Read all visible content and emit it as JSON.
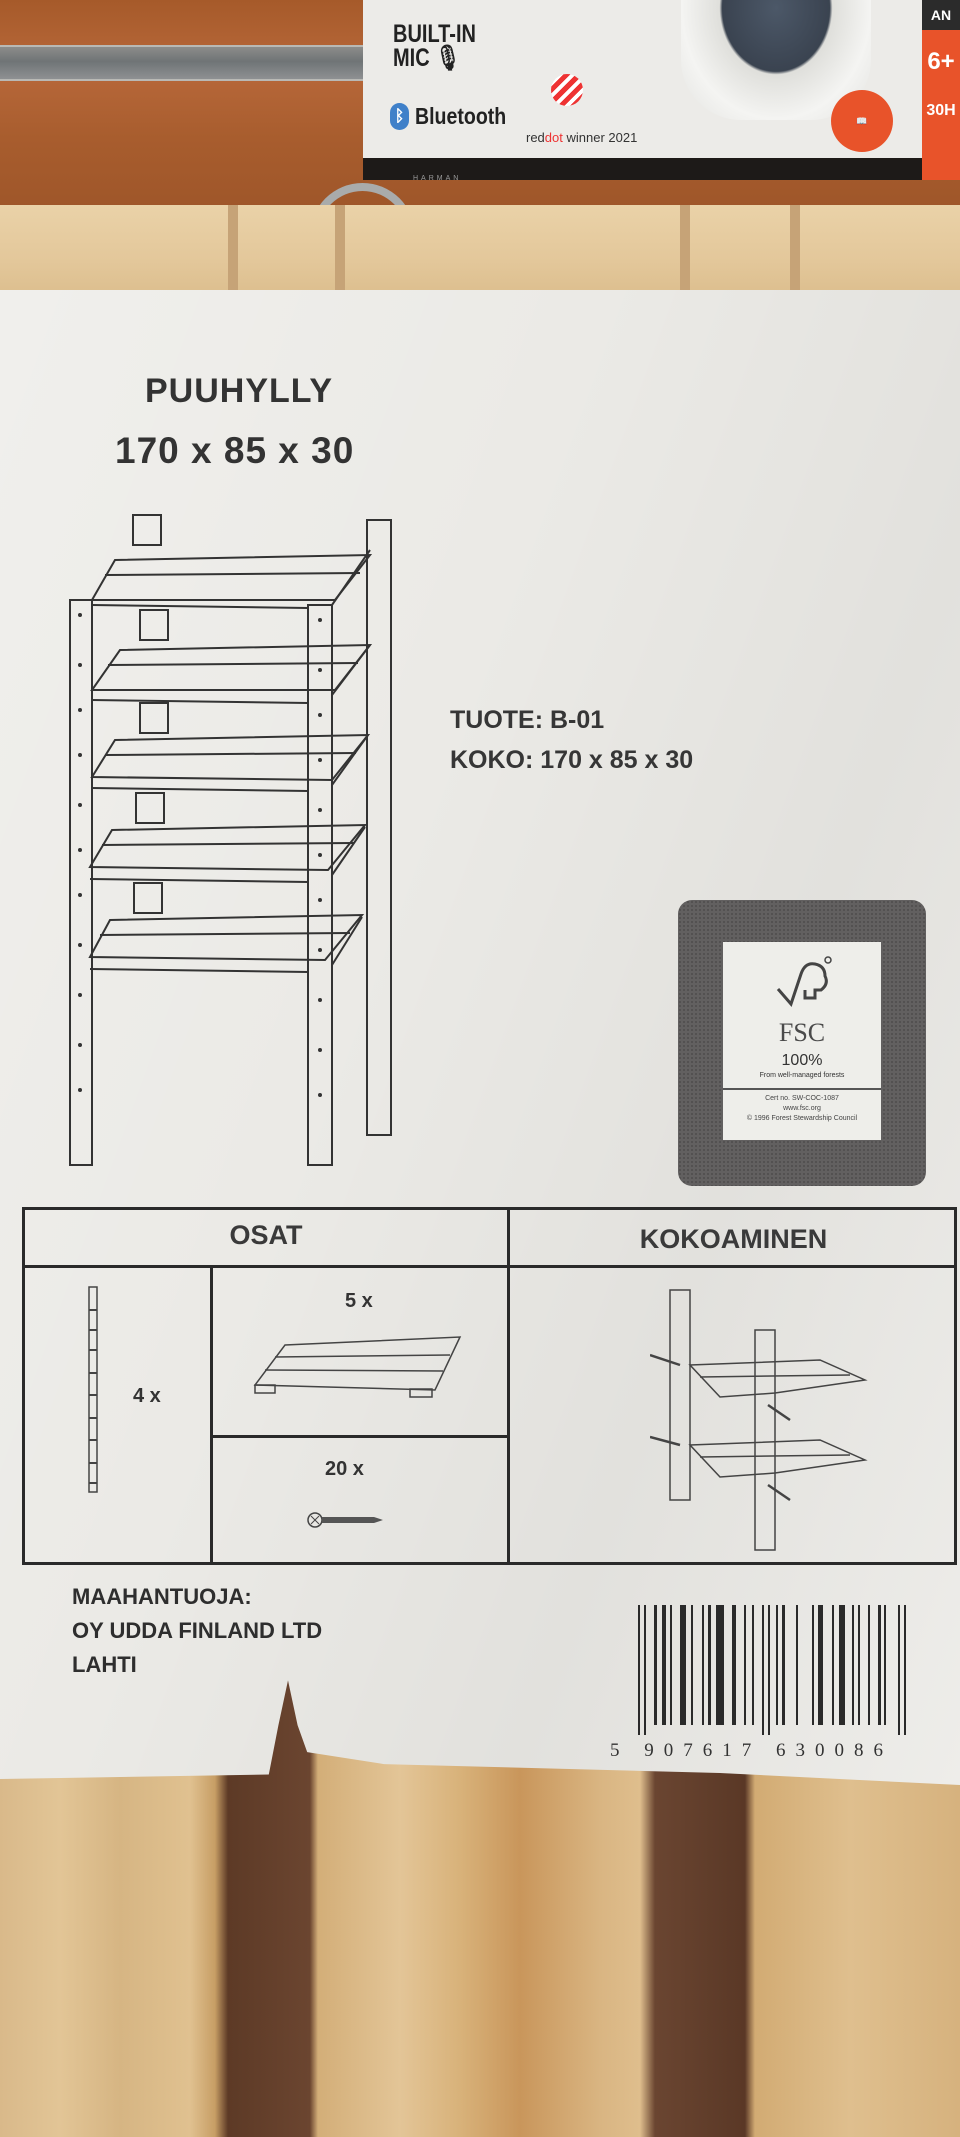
{
  "background_box": {
    "feature_1": "BUILT-IN",
    "feature_2": "MIC",
    "bluetooth_icon": "bluetooth-icon",
    "bluetooth_label": "Bluetooth",
    "reddot_prefix": "red",
    "reddot_accent": "dot",
    "reddot_suffix": " winner 2021",
    "age_badge": "6+",
    "side_top": "AN",
    "battery": "30H",
    "brand": "HARMAN",
    "colors": {
      "accent": "#e8532a",
      "bluetooth": "#3f80c9"
    }
  },
  "label": {
    "title": "PUUHYLLY",
    "dimensions": "170 x 85 x 30",
    "product_line": "TUOTE: B-01",
    "size_line": "KOKO: 170 x 85 x 30",
    "fsc": {
      "name": "FSC",
      "percent": "100%",
      "tagline": "From well-managed forests",
      "cert": "Cert no. SW-COC-1087",
      "url": "www.fsc.org",
      "copyright": "© 1996 Forest Stewardship Council"
    },
    "parts_table": {
      "parts_header": "OSAT",
      "assembly_header": "KOKOAMINEN",
      "parts": [
        {
          "item": "upright-post",
          "qty": "4 x"
        },
        {
          "item": "shelf-board",
          "qty": "5 x"
        },
        {
          "item": "screw",
          "qty": "20 x"
        }
      ]
    },
    "importer": {
      "heading": "MAAHANTUOJA:",
      "company": "OY UDDA FINLAND LTD",
      "city": "LAHTI"
    },
    "barcode": {
      "digits": "5 907617 630086"
    }
  }
}
